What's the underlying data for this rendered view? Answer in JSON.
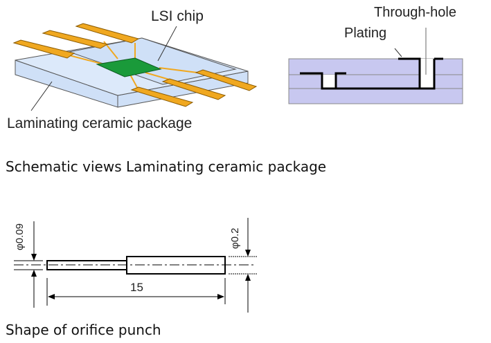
{
  "package_figure": {
    "chip_label": "LSI chip",
    "package_label": "Laminating ceramic package",
    "through_hole_label": "Through-hole",
    "plating_label": "Plating",
    "caption": "Schematic views Laminating ceramic package"
  },
  "punch_figure": {
    "small_diameter_label": "φ0.09",
    "large_diameter_label": "φ0.2",
    "length_label": "15",
    "caption": "Shape of orifice punch"
  },
  "colors": {
    "ceramic": "#cfe0f7",
    "lead": "#f0a820",
    "chip": "#1a9a3a",
    "layer": "#c8c8f0"
  }
}
